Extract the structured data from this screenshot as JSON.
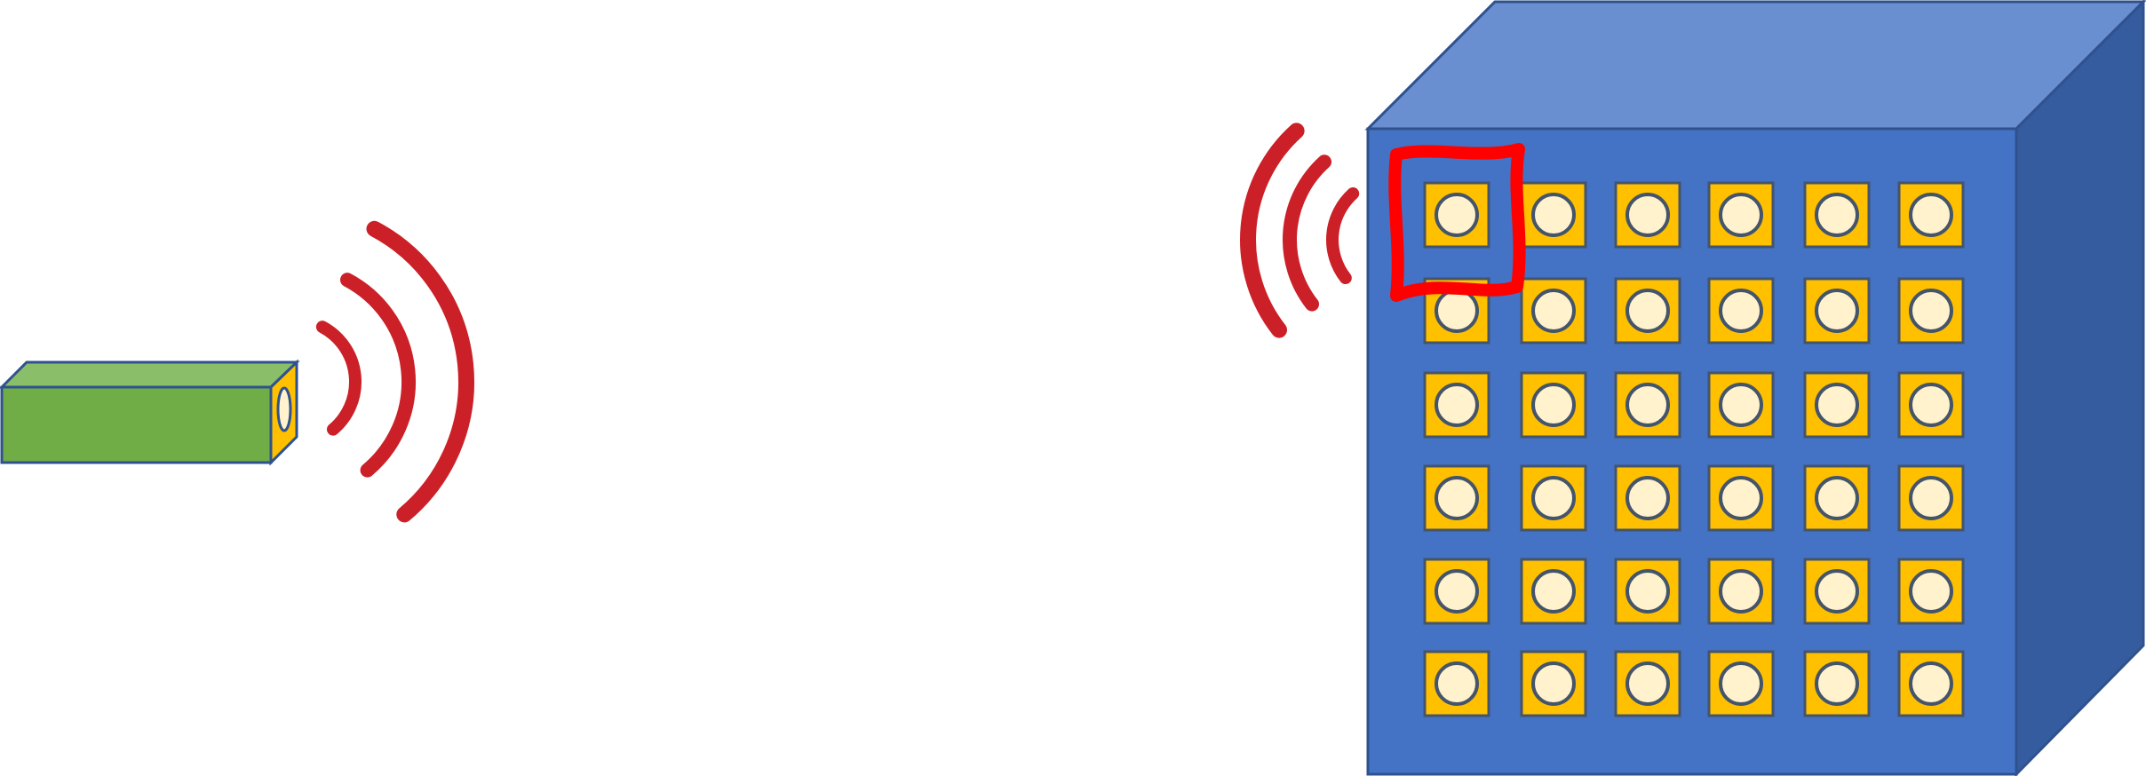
{
  "diagram": {
    "transmitter": {
      "name": "transmitter-box",
      "face_color": "#70AD47",
      "top_color": "#8BBE69",
      "outline_color": "#2F528F",
      "lens_color": "#FFC000",
      "lens_inner_color": "#FFF2CC"
    },
    "signal_waves": {
      "color": "#CB2027",
      "count": 3
    },
    "receiver_cube": {
      "name": "receiver-cube",
      "face_color": "#4472C4",
      "top_color": "#6A8FD0",
      "side_color": "#345C9E",
      "outline_color": "#2F528F"
    },
    "sensor_grid": {
      "rows": 6,
      "cols": 6,
      "tile_color": "#FFC000",
      "circle_color": "#FFF2CC",
      "outline_color": "#44546A"
    },
    "highlight": {
      "row": 0,
      "col": 0,
      "color": "#FF0000"
    }
  }
}
